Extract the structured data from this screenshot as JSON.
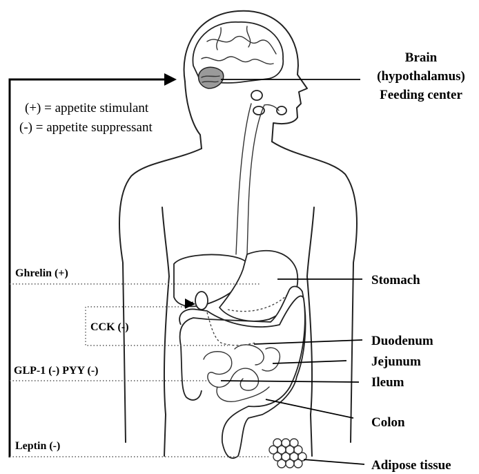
{
  "legend": {
    "stimulant": "(+) = appetite stimulant",
    "suppressant": "(-) = appetite suppressant"
  },
  "labels": {
    "brain_line1": "Brain",
    "brain_line2": "(hypothalamus)",
    "brain_line3": "Feeding center",
    "stomach": "Stomach",
    "duodenum": "Duodenum",
    "jejunum": "Jejunum",
    "ileum": "Ileum",
    "colon": "Colon",
    "adipose": "Adipose tissue"
  },
  "hormones": {
    "ghrelin": "Ghrelin (+)",
    "cck": "CCK (-)",
    "glp_pyy": "GLP-1 (-) PYY (-)",
    "leptin": "Leptin (-)"
  }
}
